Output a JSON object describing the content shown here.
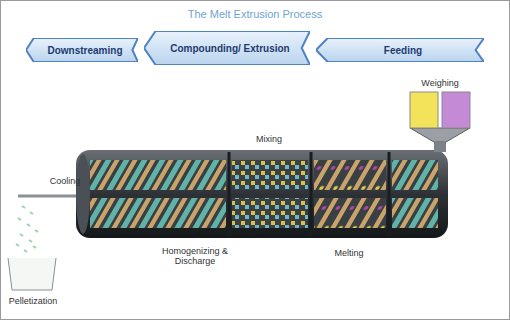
{
  "diagram": {
    "title": "The Melt Extrusion Process",
    "nodes": [
      {
        "text": [
          "Downstreaming"
        ]
      },
      {
        "text": [
          "Compounding/ Extrusion"
        ]
      },
      {
        "text": [
          "Feeding"
        ]
      }
    ],
    "labels": [
      "Weighing",
      "Mixing",
      "Cooling",
      "Homogenizing & Discharge",
      "Melting",
      "Pelletization"
    ]
  }
}
